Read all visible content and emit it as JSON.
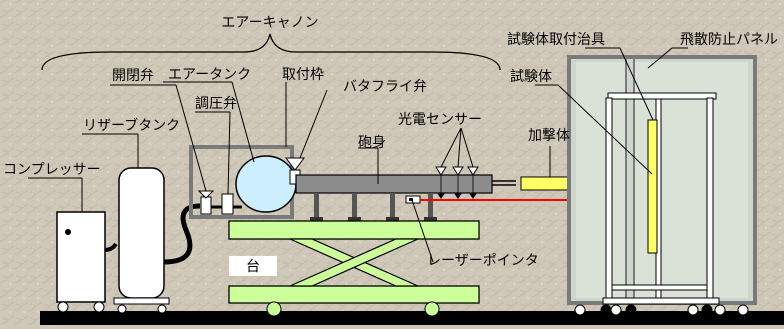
{
  "labels": {
    "air_cannon": "エアーキャノン",
    "air_tank": "エアータンク",
    "mount_frame": "取付枠",
    "butterfly_valve": "バタフライ弁",
    "on_off_valve": "開閉弁",
    "pressure_valve": "調圧弁",
    "reserve_tank": "リザーブタンク",
    "compressor": "コンプレッサー",
    "barrel": "砲身",
    "photo_sensor": "光電センサー",
    "impactor": "加撃体",
    "specimen": "試験体",
    "specimen_jig": "試験体取付治具",
    "scatter_panel": "飛散防止パネル",
    "stand": "台",
    "laser_pointer": "レーザーポインタ"
  },
  "colors": {
    "background": "#cfc7b7",
    "outline": "#000000",
    "frame_gray": "#7a7a7a",
    "barrel_gray": "#8c8c8c",
    "lift_green": "#ccff99",
    "tank_blue": "#cceeff",
    "laser_red": "#ff0000",
    "specimen_yellow": "#ffff66",
    "panel_fill": "#cdd6cd",
    "enclosure_inner": "#e2eadf"
  },
  "icons": [
    "brace",
    "triangle-sensor-icon",
    "leader-line",
    "wheel-icon",
    "hose"
  ]
}
